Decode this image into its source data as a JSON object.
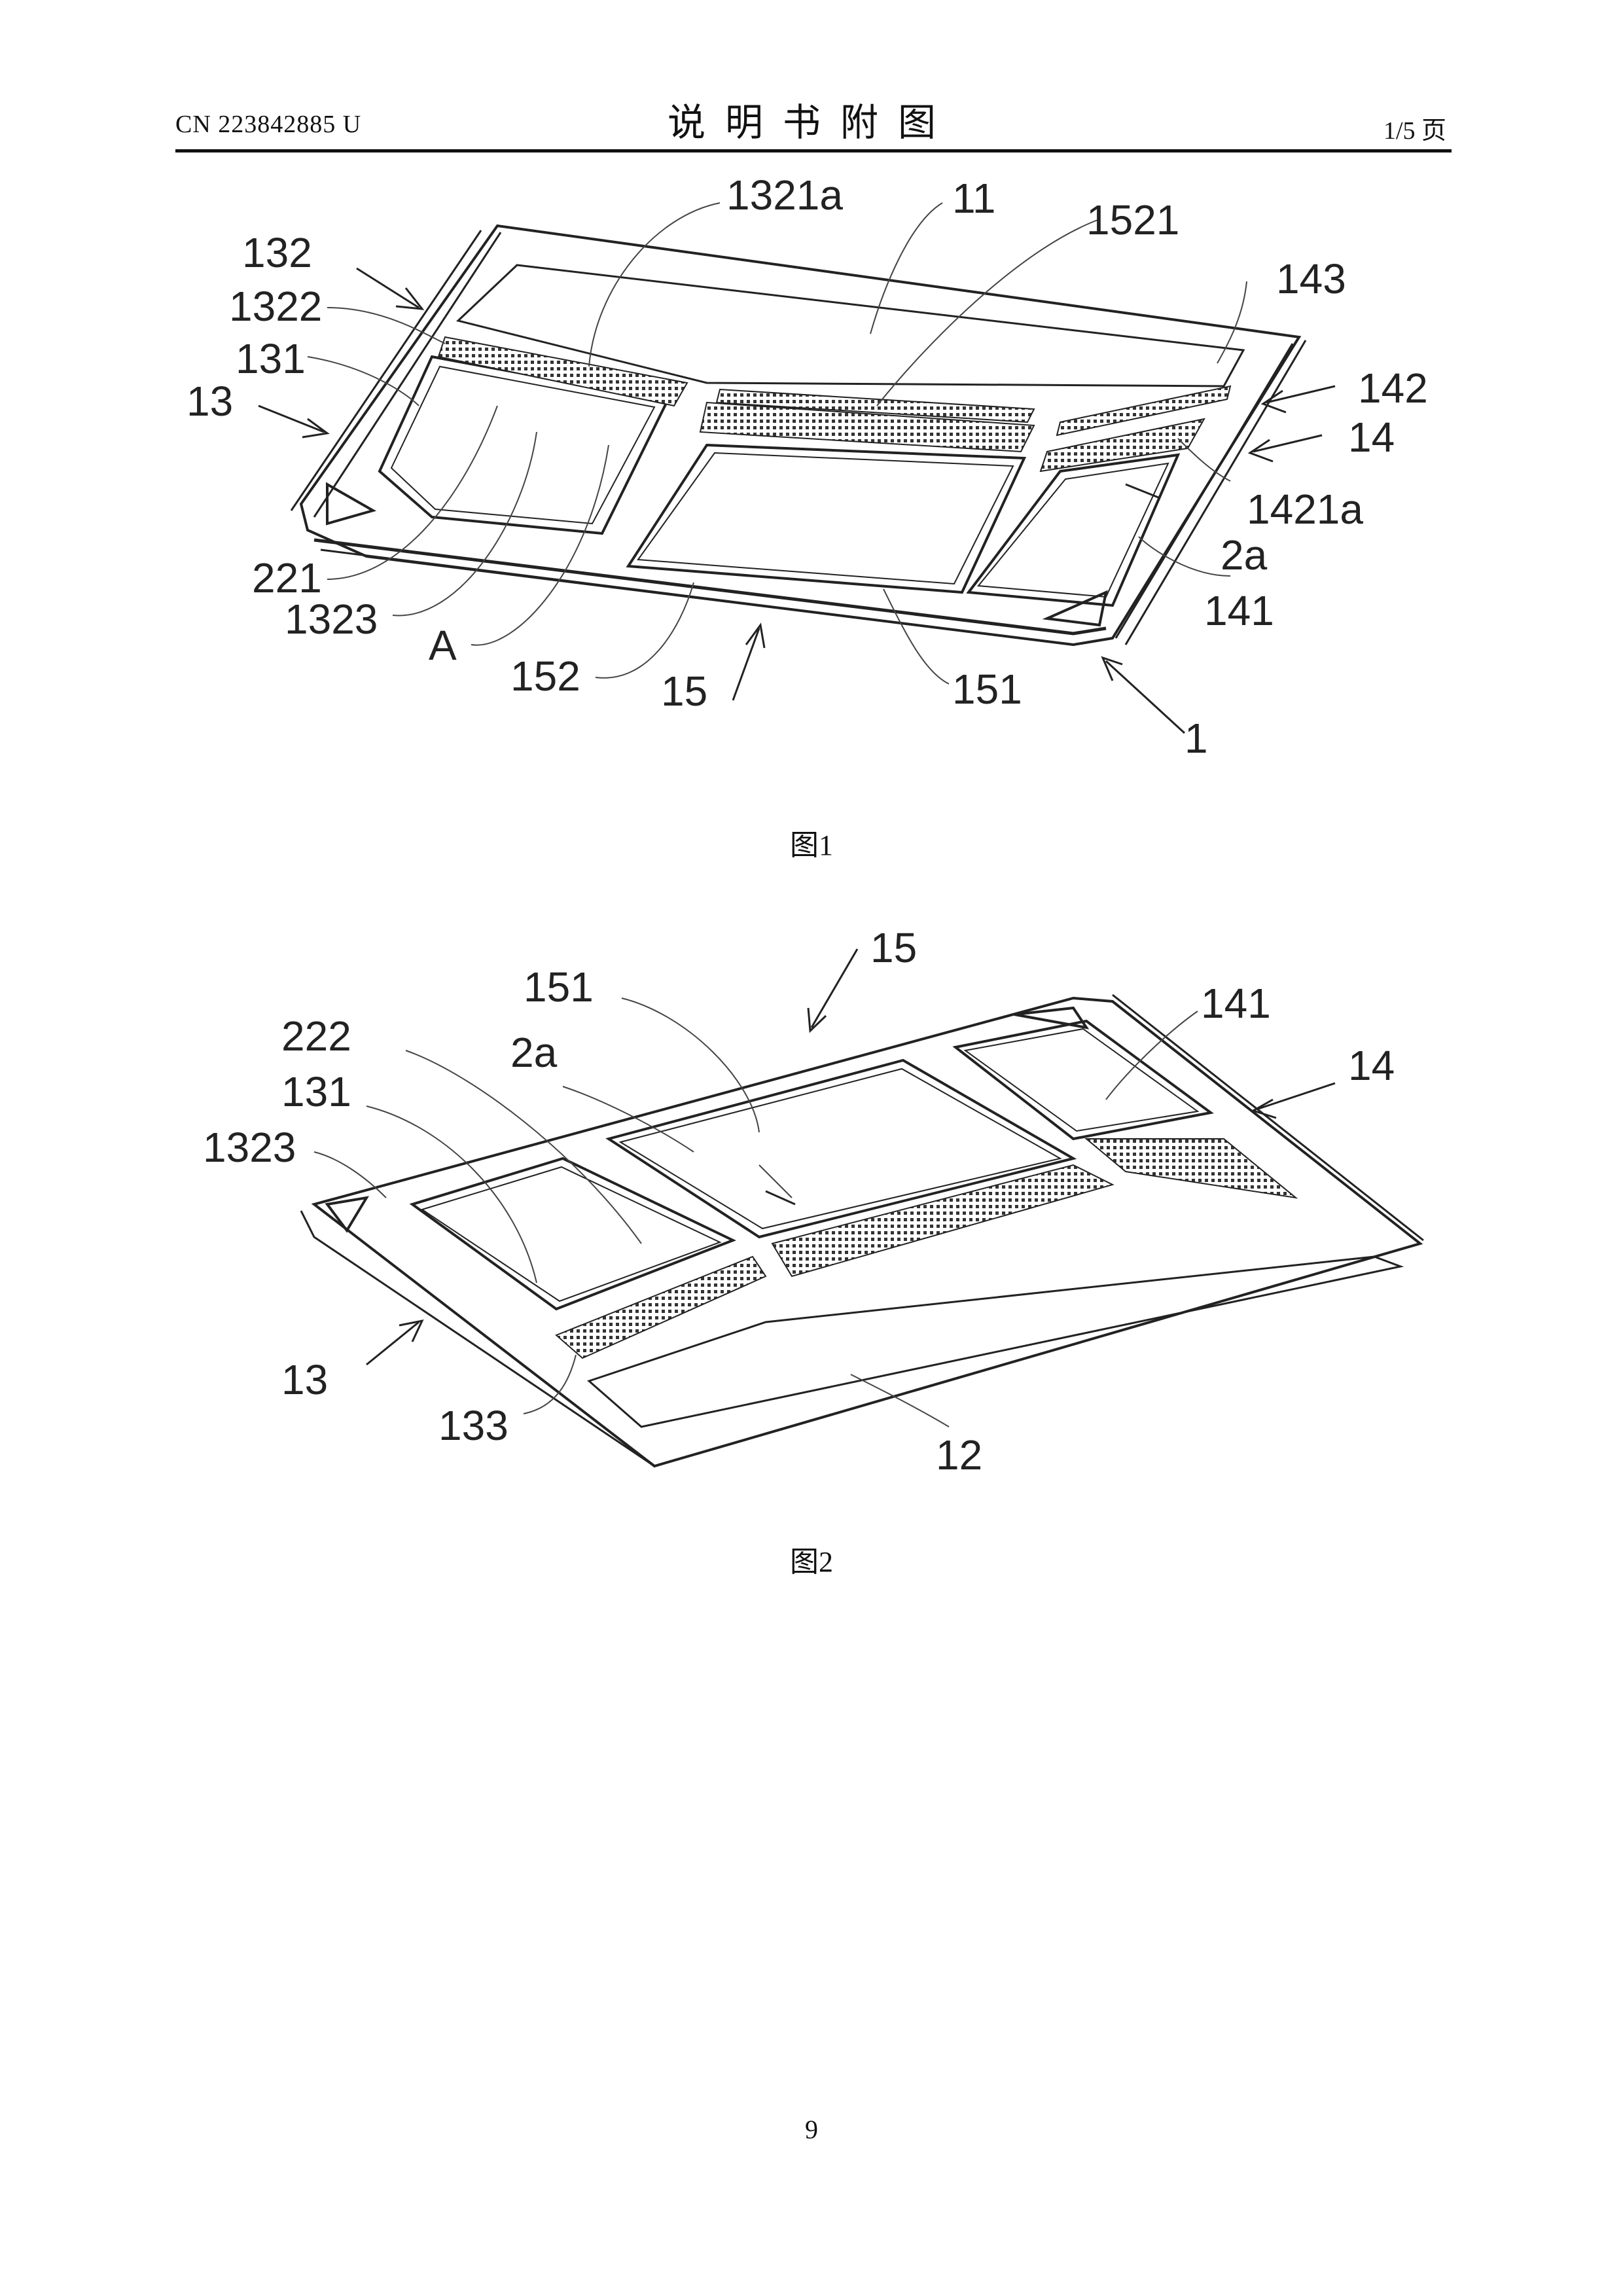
{
  "header": {
    "doc_number": "CN 223842885 U",
    "title": "说明书附图",
    "page_of": "1/5 页"
  },
  "figure1": {
    "caption": "图1",
    "labels": {
      "l1321a": "1321a",
      "l11": "11",
      "l1521": "1521",
      "l132": "132",
      "l143": "143",
      "l1322": "1322",
      "l142": "142",
      "l131": "131",
      "l14": "14",
      "l13": "13",
      "l1421a": "1421a",
      "l2a": "2a",
      "l221": "221",
      "l141": "141",
      "l1323": "1323",
      "lA": "A",
      "l152": "152",
      "l15": "15",
      "l151": "151",
      "l1": "1"
    }
  },
  "figure2": {
    "caption": "图2",
    "labels": {
      "l15": "15",
      "l151": "151",
      "l141": "141",
      "l222": "222",
      "l2a": "2a",
      "l14": "14",
      "l131": "131",
      "l1323": "1323",
      "l13": "13",
      "l133": "133",
      "l12": "12"
    }
  },
  "page_number": "9"
}
